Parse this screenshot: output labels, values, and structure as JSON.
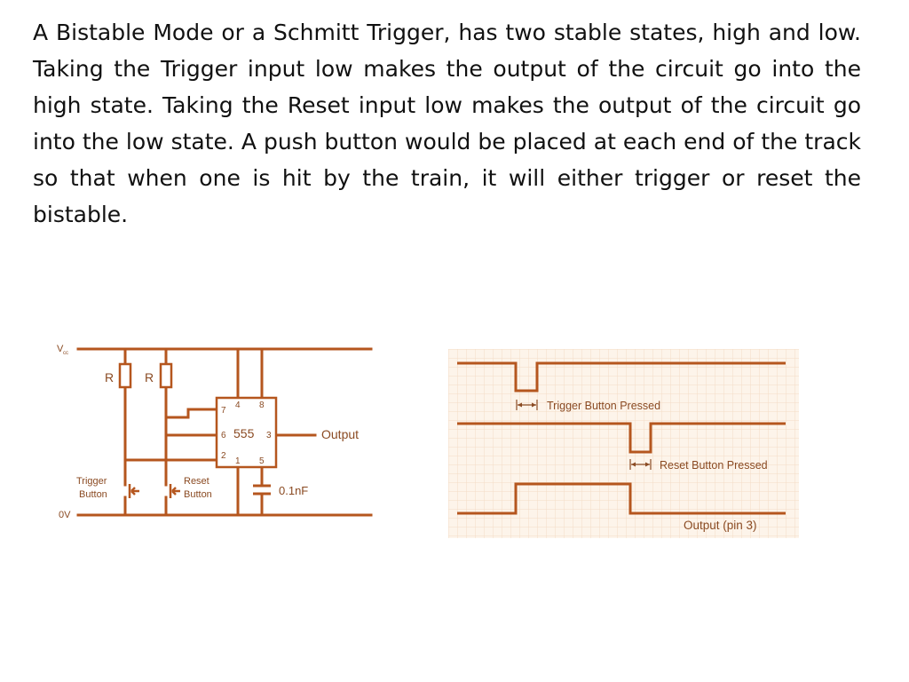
{
  "slide": {
    "paragraph": "A Bistable Mode or a Schmitt Trigger, has two stable states, high and low. Taking the Trigger input low makes the output of the circuit go into the high state. Taking the Reset input low makes the output of the circuit go into the low state. A push button would be placed at each end of the track so that when one is hit by the train, it will either trigger or reset the bistable."
  },
  "circuit": {
    "vcc_label": "V",
    "vcc_sub": "cc",
    "zero_v_label": "0V",
    "resistor_1": "R",
    "resistor_2": "R",
    "chip_name": "555",
    "pin_7": "7",
    "pin_4": "4",
    "pin_8": "8",
    "pin_6": "6",
    "pin_3": "3",
    "pin_2": "2",
    "pin_1": "1",
    "pin_5": "5",
    "output_label": "Output",
    "trigger_line1": "Trigger",
    "trigger_line2": "Button",
    "reset_line1": "Reset",
    "reset_line2": "Button",
    "capacitor_label": "0.1nF"
  },
  "timing": {
    "trigger_label": "Trigger Button Pressed",
    "reset_label": "Reset Button Pressed",
    "output_label": "Output (pin 3)"
  },
  "colors": {
    "wire": "#b5561e",
    "text": "#8a4a22",
    "grid_bg": "#fdf4ea",
    "grid_line": "#f3dcc6"
  }
}
